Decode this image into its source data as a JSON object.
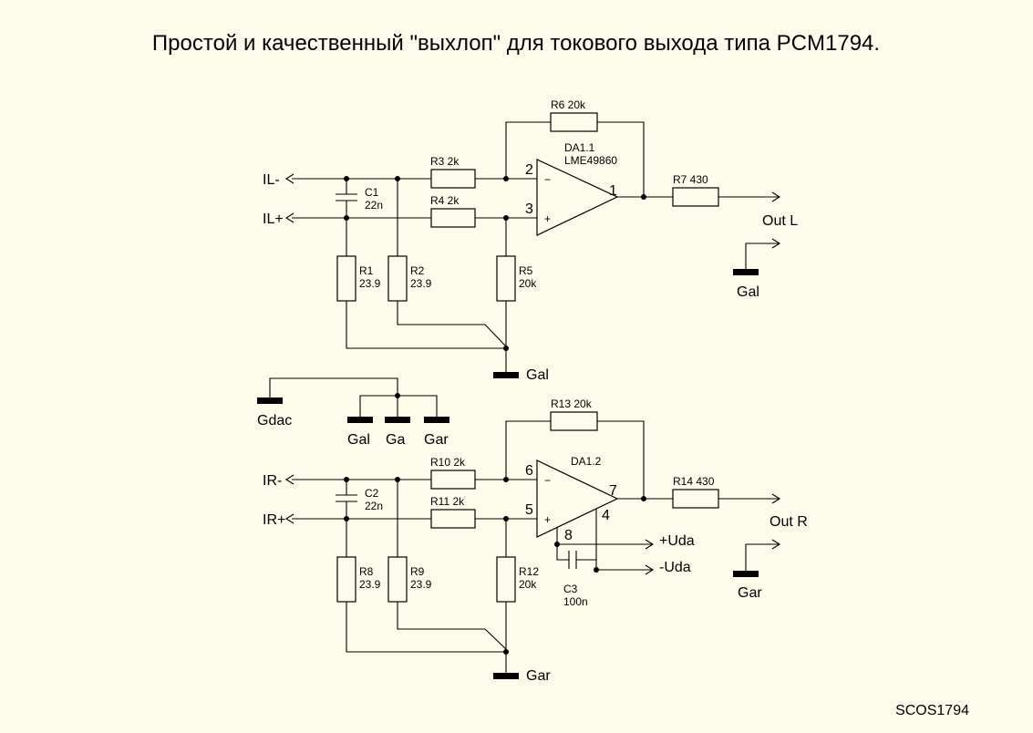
{
  "title": "Простой и качественный \"выхлоп\" для токового выхода типа PCM1794.",
  "signature": "SCOS1794",
  "colors": {
    "background": "#fdfbea",
    "ink": "#000000"
  },
  "ports": {
    "il_minus": "IL-",
    "il_plus": "IL+",
    "ir_minus": "IR-",
    "ir_plus": "IR+",
    "out_l": "Out L",
    "out_r": "Out R",
    "plus_uda": "+Uda",
    "minus_uda": "-Uda"
  },
  "grounds": {
    "gal_left": "Gal",
    "gal_out": "Gal",
    "gdac": "Gdac",
    "gal": "Gal",
    "ga": "Ga",
    "gar": "Gar",
    "gar_left": "Gar",
    "gar_out": "Gar"
  },
  "components": {
    "r1": {
      "name": "R1",
      "value": "23.9"
    },
    "r2": {
      "name": "R2",
      "value": "23.9"
    },
    "r3": {
      "label": "R3  2k"
    },
    "r4": {
      "label": "R4  2k"
    },
    "r5": {
      "name": "R5",
      "value": "20k"
    },
    "r6": {
      "label": "R6 20k"
    },
    "r7": {
      "label": "R7  430"
    },
    "r8": {
      "name": "R8",
      "value": "23.9"
    },
    "r9": {
      "name": "R9",
      "value": "23.9"
    },
    "r10": {
      "label": "R10  2k"
    },
    "r11": {
      "label": "R11  2k"
    },
    "r12": {
      "name": "R12",
      "value": "20k"
    },
    "r13": {
      "label": "R13 20k"
    },
    "r14": {
      "label": "R14  430"
    },
    "c1": {
      "name": "C1",
      "value": "22n"
    },
    "c2": {
      "name": "C2",
      "value": "22n"
    },
    "c3": {
      "name": "C3",
      "value": "100n"
    },
    "da11": {
      "name": "DA1.1",
      "part": "LME49860"
    },
    "da12": {
      "name": "DA1.2"
    }
  },
  "pins": {
    "p2": "2",
    "p3": "3",
    "p1": "1",
    "p6": "6",
    "p5": "5",
    "p7": "7",
    "p8": "8",
    "p4": "4",
    "minus": "−",
    "plus": "+"
  }
}
